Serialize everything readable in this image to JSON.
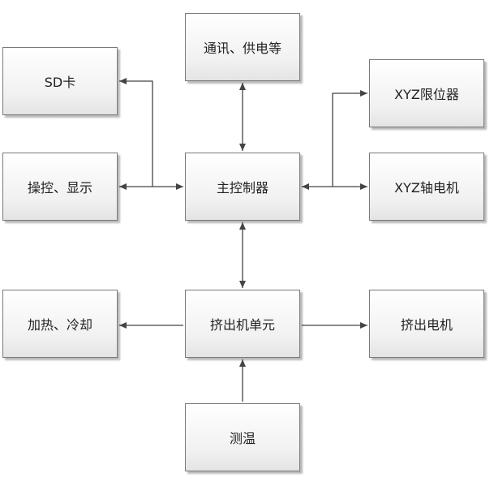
{
  "diagram": {
    "nodes": {
      "comm": "通讯、供电等",
      "sd": "SD卡",
      "xyz_limit": "XYZ限位器",
      "controller": "主控制器",
      "ui": "操控、显示",
      "xyz_motor": "XYZ轴电机",
      "heat_cool": "加热、冷却",
      "extruder_unit": "挤出机单元",
      "extruder_motor": "挤出电机",
      "temp": "测温"
    },
    "edges": [
      {
        "from": "controller",
        "to": "comm",
        "direction": "both"
      },
      {
        "from": "controller",
        "to": "sd",
        "direction": "forward"
      },
      {
        "from": "controller",
        "to": "ui",
        "direction": "both"
      },
      {
        "from": "controller",
        "to": "xyz_limit",
        "direction": "forward"
      },
      {
        "from": "controller",
        "to": "xyz_motor",
        "direction": "both"
      },
      {
        "from": "controller",
        "to": "extruder_unit",
        "direction": "both"
      },
      {
        "from": "extruder_unit",
        "to": "heat_cool",
        "direction": "forward"
      },
      {
        "from": "extruder_unit",
        "to": "extruder_motor",
        "direction": "forward"
      },
      {
        "from": "temp",
        "to": "extruder_unit",
        "direction": "forward"
      }
    ],
    "colors": {
      "line": "#444444",
      "border": "#7a7a7a",
      "text": "#222222"
    }
  }
}
